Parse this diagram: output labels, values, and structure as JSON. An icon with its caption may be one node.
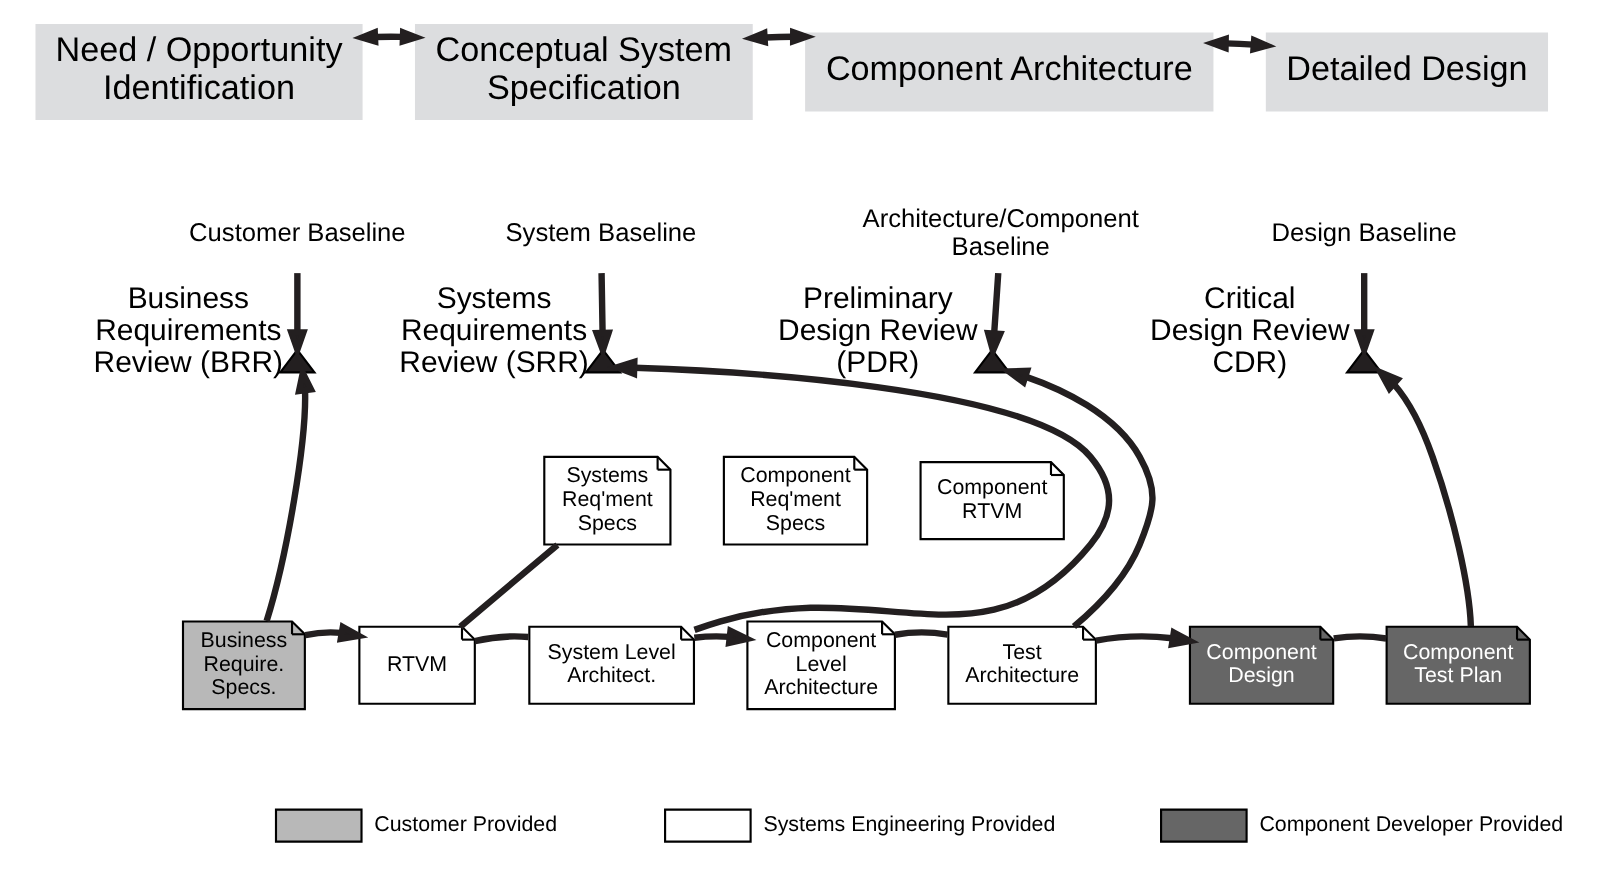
{
  "diagram": {
    "nodes": [
      {
        "text": [
          "Need / Opportunity Identification"
        ]
      },
      {
        "text": [
          "Conceptual System Specification"
        ]
      },
      {
        "text": [
          "Component Architecture"
        ]
      },
      {
        "text": [
          "Detailed Design"
        ]
      },
      {
        "text": [
          "Customer Baseline"
        ]
      },
      {
        "text": [
          "System Baseline"
        ]
      },
      {
        "text": [
          "Architecture/Component Baseline"
        ]
      },
      {
        "text": [
          "Design Baseline"
        ]
      },
      {
        "text": [],
        "shape": "triangle",
        "beside": [
          "Business Requirements Review (BRR)"
        ]
      },
      {
        "text": [],
        "shape": "triangle",
        "beside": [
          "Systems Requirements Review (SRR)"
        ]
      },
      {
        "text": [],
        "shape": "triangle",
        "beside": [
          "Preliminary Design Review (PDR)"
        ]
      },
      {
        "text": [],
        "shape": "triangle",
        "beside": [
          "Critical Design Review CDR)"
        ]
      },
      {
        "text": [
          "Business Require. Specs."
        ]
      },
      {
        "text": [
          "RTVM"
        ]
      },
      {
        "text": [
          "Systems Req'ment Specs"
        ]
      },
      {
        "text": [
          "System Level Architect."
        ]
      },
      {
        "text": [
          "Component Req'ment Specs"
        ]
      },
      {
        "text": [
          "Component RTVM"
        ]
      },
      {
        "text": [
          "Component Level Architecture"
        ]
      },
      {
        "text": [
          "Test Architecture"
        ]
      },
      {
        "text": [
          "Component Design"
        ]
      },
      {
        "text": [
          "Component Test Plan"
        ]
      }
    ],
    "edges": [
      {
        "from": 0,
        "to": 1,
        "arrow": "both"
      },
      {
        "from": 1,
        "to": 2,
        "arrow": "both"
      },
      {
        "from": 2,
        "to": 3,
        "arrow": "both"
      },
      {
        "from": 4,
        "to": 8,
        "arrow": "to"
      },
      {
        "from": 5,
        "to": 9,
        "arrow": "to"
      },
      {
        "from": 6,
        "to": 10,
        "arrow": "to"
      },
      {
        "from": 7,
        "to": 11,
        "arrow": "to"
      },
      {
        "from": 12,
        "to": 8,
        "arrow": "to"
      },
      {
        "from": 15,
        "to": 9,
        "arrow": "to"
      },
      {
        "from": 19,
        "to": 10,
        "arrow": "to"
      },
      {
        "from": 21,
        "to": 11,
        "arrow": "to"
      },
      {
        "from": 12,
        "to": 13,
        "arrow": "to"
      },
      {
        "from": 15,
        "to": 18,
        "arrow": "to"
      },
      {
        "from": 19,
        "to": 20,
        "arrow": "to"
      },
      {
        "from": 13,
        "to": 14,
        "arrow": "none"
      },
      {
        "from": 13,
        "to": 15,
        "arrow": "none"
      },
      {
        "from": 18,
        "to": 19,
        "arrow": "none"
      },
      {
        "from": 20,
        "to": 21,
        "arrow": "none"
      }
    ],
    "legend": [
      {
        "text": "Customer Provided",
        "color": "#b8b8b8"
      },
      {
        "text": "Systems Engineering Provided",
        "color": "#ffffff"
      },
      {
        "text": "Component Developer Provided",
        "color": "#666666"
      }
    ]
  }
}
